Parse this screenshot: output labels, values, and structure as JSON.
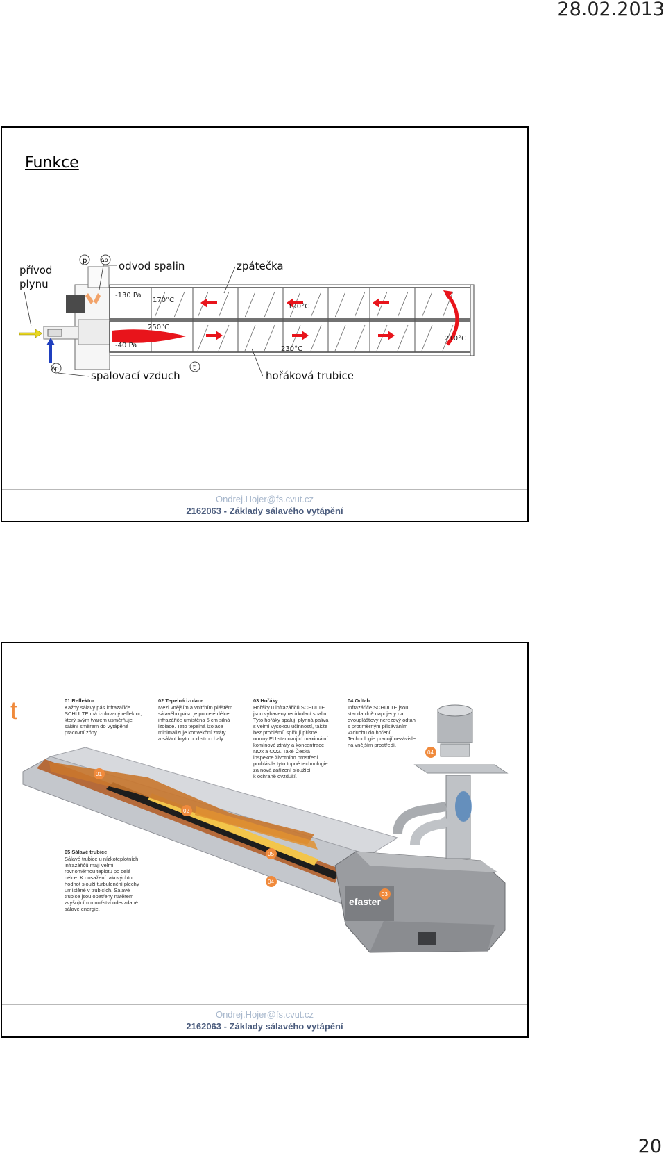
{
  "header": {
    "date": "28.02.2013"
  },
  "page_number": "20",
  "slides": [
    {
      "title": "Funkce",
      "diagram": {
        "labels": {
          "privod_line1": "přívod",
          "privod_line2": "plynu",
          "odvod_spalin": "odvod spalin",
          "zpatecka": "zpátečka",
          "spalovaci_vzduch": "spalovací vzduch",
          "horakova_trubice": "hořáková trubice",
          "p": "p",
          "dp": "Δp",
          "t": "t"
        },
        "readings": {
          "pressure_top": "-130 Pa",
          "pressure_bottom": "-40 Pa",
          "t170": "170°C",
          "t250": "250°C",
          "t190": "190°C",
          "t230": "230°C",
          "t210": "210°C"
        }
      },
      "footer": {
        "email": "Ondrej.Hojer@fs.cvut.cz",
        "course": "2162063 - Základy sálavého vytápění"
      }
    },
    {
      "illustration": {
        "cut_letter": "t",
        "sections": [
          {
            "heading": "01 Reflektor",
            "lines": [
              "Každý sálavý pás infrazářiče",
              "SCHULTE má izolovaný reflektor,",
              "který svým tvarem usměrňuje",
              "sálání směrem do vytápěné",
              "pracovní zóny."
            ]
          },
          {
            "heading": "02 Tepelná izolace",
            "lines": [
              "Mezi vnějším a vnitřním pláštěm",
              "sálavého pásu je po celé délce",
              "infrazářiče umístěna 5 cm silná",
              "izolace. Tato tepelná izolace",
              "minimalizuje konvekční ztráty",
              "a sálání krytu pod strop haly."
            ]
          },
          {
            "heading": "03 Hořáky",
            "lines": [
              "Hořáky u infrazářičů SCHULTE",
              "jsou vybaveny recirkulací spalin.",
              "Tyto hořáky spalují plynná paliva",
              "s velmi vysokou účinností, takže",
              "bez problémů splňují přísné",
              "normy EU stanovující maximální",
              "komínové ztráty a koncentrace",
              "NOx a CO2. Také Česká",
              "inspekce životního prostředí",
              "prohlásila tyto topné technologie",
              "za nová zařízení sloužící",
              "k ochraně ovzduší."
            ]
          },
          {
            "heading": "04 Odtah",
            "lines": [
              "Infrazářiče SCHULTE jsou",
              "standardně napojeny na",
              "dvouplášťový nerezový odtah",
              "s protiměrným přisáváním",
              "vzduchu do hoření.",
              "Technologie pracují nezávisle",
              "na vnějším prostředí."
            ]
          },
          {
            "heading": "05 Sálavé trubice",
            "lines": [
              "Sálavé trubice u nízkoteplotních",
              "infrazářičů mají velmi",
              "rovnoměrnou teplotu po celé",
              "délce. K dosažení takovýchto",
              "hodnot slouží turbulenční plechy",
              "umístěné v trubicích. Sálavé",
              "trubice jsou opatřeny nátěrem",
              "zvyšujícím množství odevzdané",
              "sálavé energie."
            ]
          }
        ],
        "badges": [
          "01",
          "02",
          "05",
          "04",
          "03",
          "04"
        ],
        "brand": "efaster"
      },
      "footer": {
        "email": "Ondrej.Hojer@fs.cvut.cz",
        "course": "2162063 - Základy sálavého vytápění"
      }
    }
  ]
}
